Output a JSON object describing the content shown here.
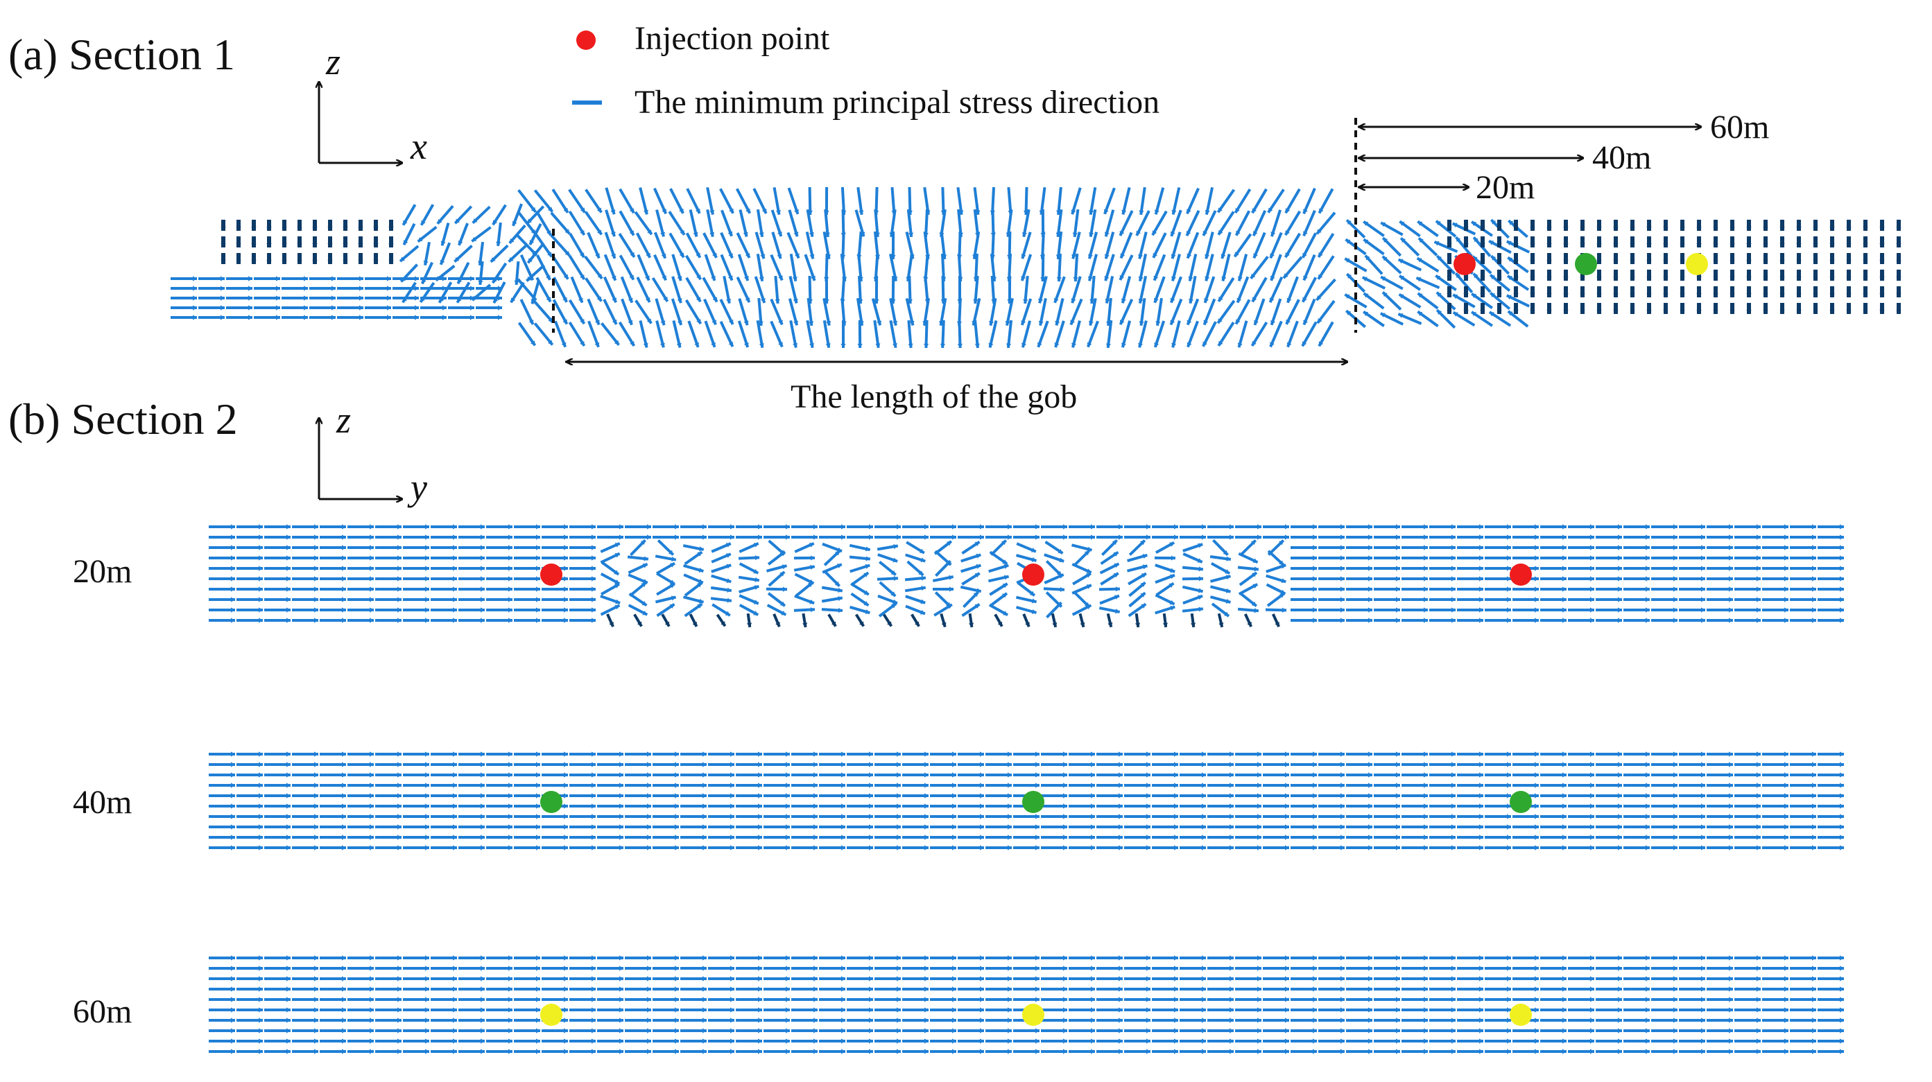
{
  "panels": {
    "a": {
      "title": "(a) Section 1",
      "axis_h": "x",
      "axis_v": "z"
    },
    "b": {
      "title": "(b) Section 2",
      "axis_h": "y",
      "axis_v": "z"
    }
  },
  "legend": {
    "injection_point": "Injection point",
    "stress_direction": "The minimum principal stress direction"
  },
  "distances": {
    "d20": "20m",
    "d40": "40m",
    "d60": "60m"
  },
  "gob_label": "The length of the gob",
  "rows": [
    {
      "label": "20m",
      "marker_color": "#ee1c1c"
    },
    {
      "label": "40m",
      "marker_color": "#2fa82f"
    },
    {
      "label": "60m",
      "marker_color": "#f0f020"
    }
  ],
  "colors": {
    "arrow_light": "#1f7fd6",
    "arrow_dark": "#0d3a66",
    "injection_red": "#ee1c1c",
    "injection_green": "#2fa82f",
    "injection_yellow": "#f0f020"
  }
}
